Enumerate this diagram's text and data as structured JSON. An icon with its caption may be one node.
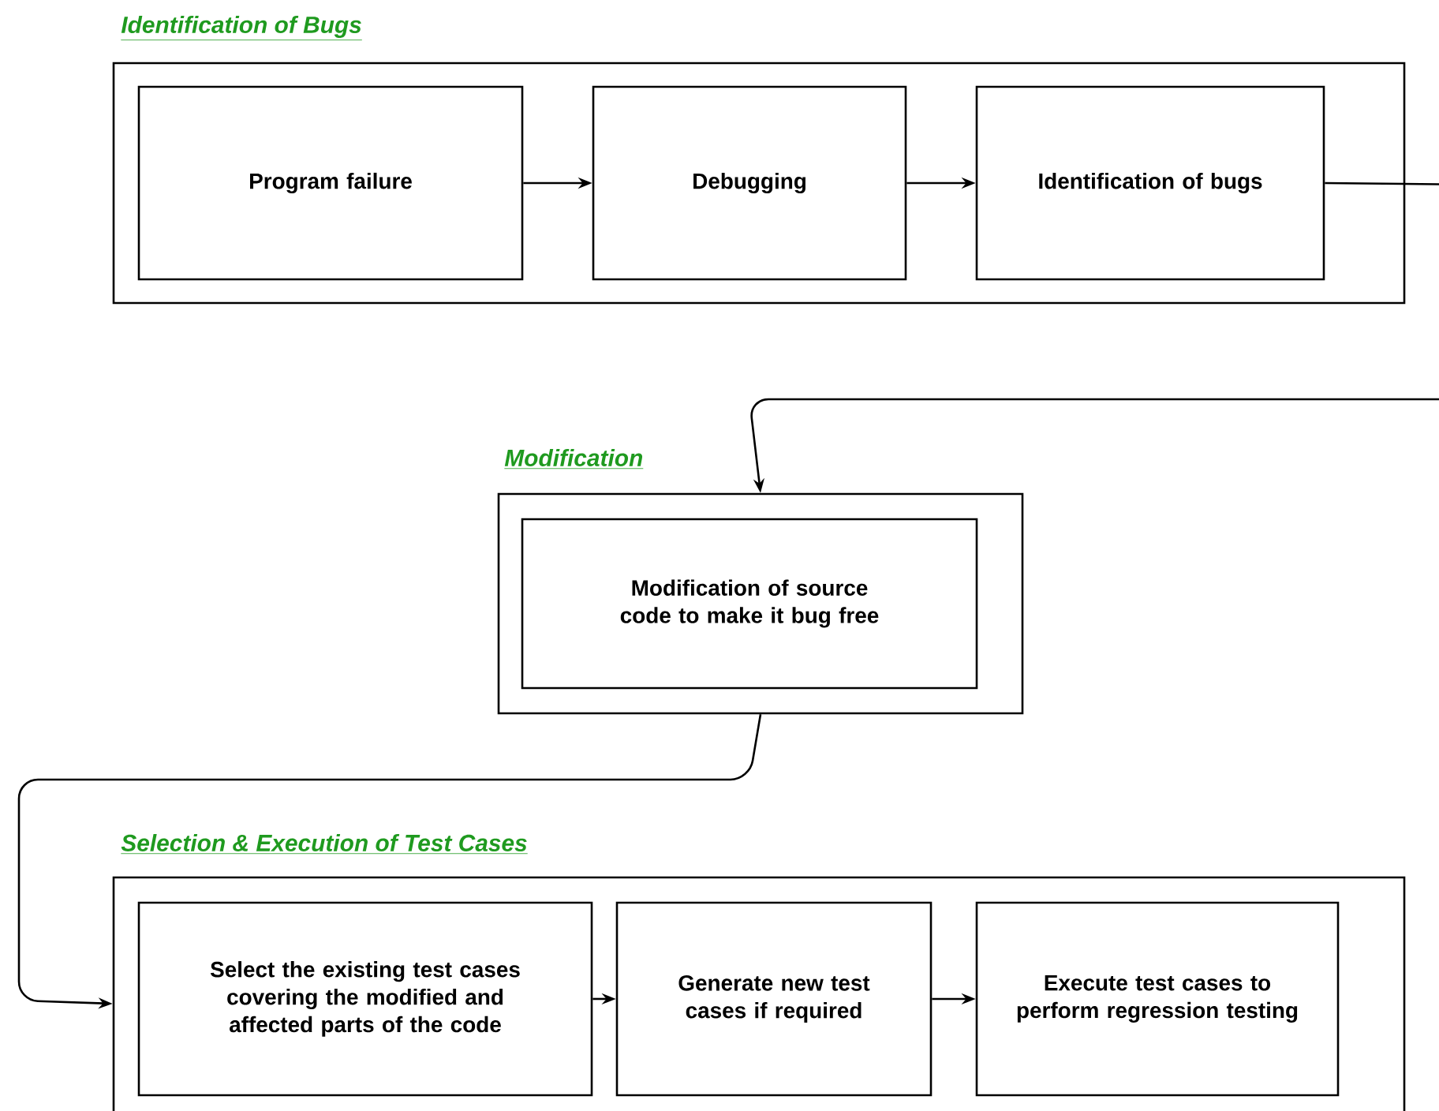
{
  "diagram": {
    "nodes": [
      {
        "text": [
          "Identification of Bugs"
        ]
      },
      {
        "text": [
          "Program failure"
        ],
        "in": 0
      },
      {
        "text": [
          "Debugging"
        ],
        "in": 0
      },
      {
        "text": [
          "Identification of bugs"
        ],
        "in": 0
      },
      {
        "text": [
          "Modification"
        ]
      },
      {
        "text": [
          "Modification of source code to make it bug free"
        ],
        "in": 4
      },
      {
        "text": [
          "Selection & Execution of Test Cases"
        ]
      },
      {
        "text": [
          "Select the existing test cases covering the modified and affected parts of the code"
        ],
        "in": 6
      },
      {
        "text": [
          "Generate new test cases if required"
        ],
        "in": 6
      },
      {
        "text": [
          "Execute test cases to perform regression testing"
        ],
        "in": 6
      }
    ],
    "edges": [
      {
        "from": 1,
        "to": 2,
        "arrow": "to"
      },
      {
        "from": 2,
        "to": 3,
        "arrow": "to"
      },
      {
        "from": 3,
        "to": 4,
        "arrow": "to"
      },
      {
        "from": 4,
        "to": 6,
        "arrow": "to"
      },
      {
        "from": 7,
        "to": 8,
        "arrow": "to"
      },
      {
        "from": 8,
        "to": 9,
        "arrow": "to"
      }
    ]
  }
}
